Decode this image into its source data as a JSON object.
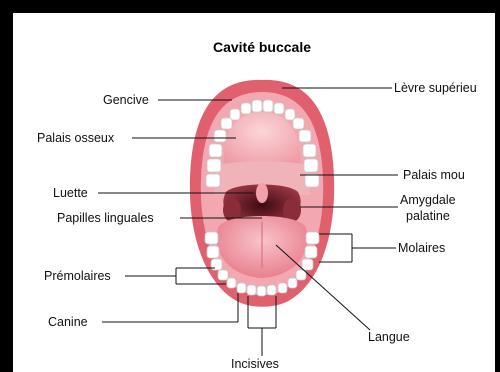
{
  "diagram": {
    "title": "Cavité buccale",
    "labels": {
      "gencive": "Gencive",
      "levre_superieure": "Lèvre supérieu",
      "palais_osseux": "Palais osseux",
      "palais_mou": "Palais mou",
      "luette": "Luette",
      "amygdale_1": "Amygdale",
      "amygdale_2": "palatine",
      "papilles_linguales": "Papilles linguales",
      "molaires": "Molaires",
      "premolaires": "Prémolaires",
      "canine": "Canine",
      "langue": "Langue",
      "incisives": "Incisives"
    },
    "colors": {
      "lips": "#e56f78",
      "gum": "#f0a3ab",
      "palate": "#f7c2c8",
      "throat": "#7a2330",
      "tongue": "#f29aa5",
      "teeth": "#ffffff"
    }
  }
}
